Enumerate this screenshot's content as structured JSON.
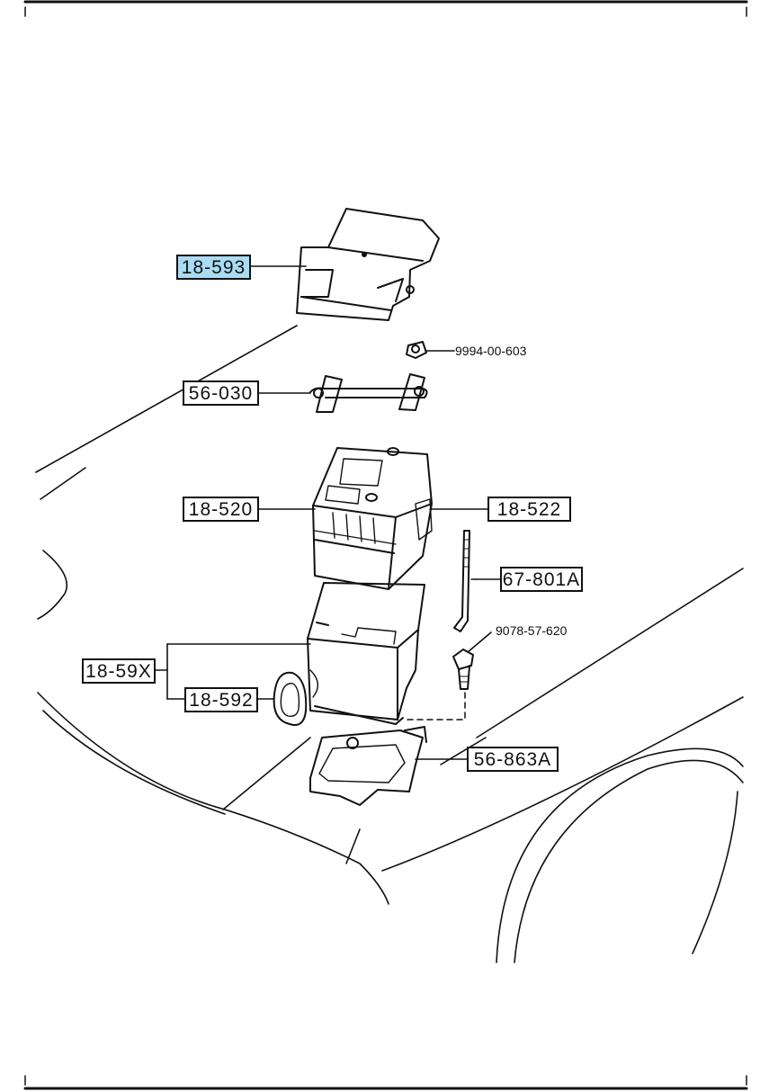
{
  "colors": {
    "highlight": "#a9dcf2",
    "ink": "#111111",
    "background": "#ffffff"
  },
  "callouts": {
    "battery_cover": "18-593",
    "battery_clamp": "56-030",
    "battery": "18-520",
    "terminal_cover": "18-522",
    "hold_down_rod": "67-801A",
    "battery_case_set": "18-59X",
    "drain_plug": "18-592",
    "battery_tray": "56-863A"
  },
  "part_numbers": {
    "nut": "9994-00-603",
    "bolt": "9078-57-620"
  }
}
